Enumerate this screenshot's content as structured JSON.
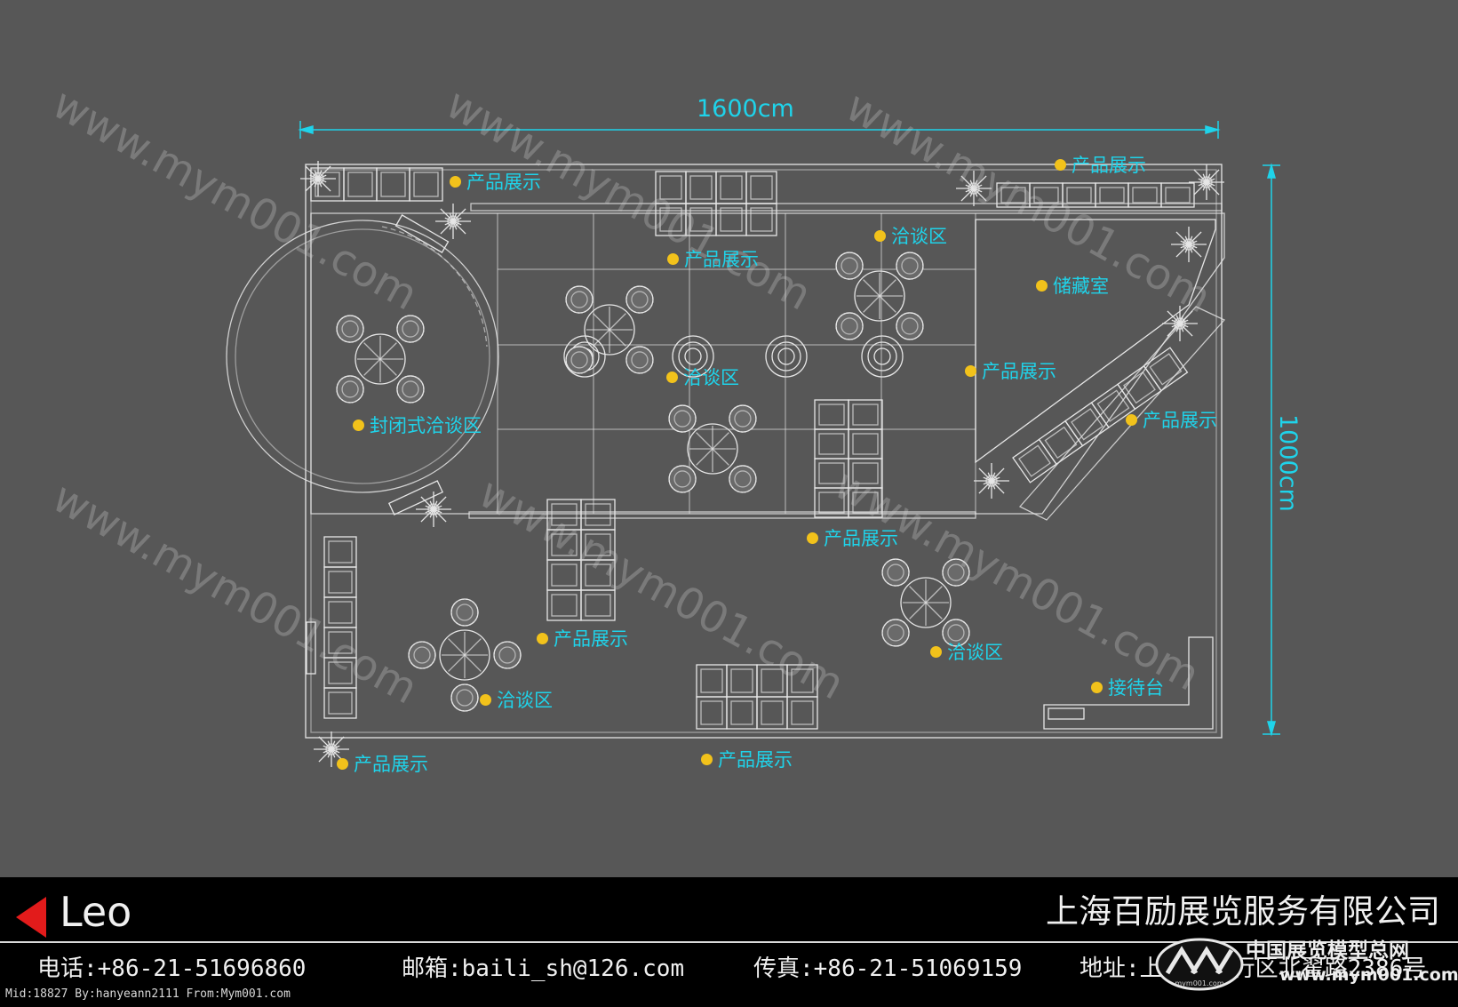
{
  "colors": {
    "background": "#575757",
    "line": "#e6e6e6",
    "dimension": "#1fd3ea",
    "label_text": "#1fd3ea",
    "label_dot": "#f2c21b",
    "footer_bg": "#000000",
    "footer_text": "#f0f0f0",
    "footer_arrow": "#e21b1b"
  },
  "dimensions": {
    "width": "1600cm",
    "height": "1000cm"
  },
  "labels": [
    {
      "id": "display-top-left",
      "text": "产品展示"
    },
    {
      "id": "display-top-center",
      "text": "产品展示"
    },
    {
      "id": "display-top-right",
      "text": "产品展示"
    },
    {
      "id": "negotiation-top-right",
      "text": "洽谈区"
    },
    {
      "id": "storage",
      "text": "储藏室"
    },
    {
      "id": "negotiation-center",
      "text": "洽谈区"
    },
    {
      "id": "display-center-right",
      "text": "产品展示"
    },
    {
      "id": "display-right",
      "text": "产品展示"
    },
    {
      "id": "enclosed-negotiation",
      "text": "封闭式洽谈区"
    },
    {
      "id": "display-middle",
      "text": "产品展示"
    },
    {
      "id": "display-lower-left",
      "text": "产品展示"
    },
    {
      "id": "negotiation-lower-right",
      "text": "洽谈区"
    },
    {
      "id": "reception",
      "text": "接待台"
    },
    {
      "id": "negotiation-lower-left",
      "text": "洽谈区"
    },
    {
      "id": "display-bottom-left",
      "text": "产品展示"
    },
    {
      "id": "display-bottom-center",
      "text": "产品展示"
    }
  ],
  "watermark": "www.mym001.com",
  "footer": {
    "author": "Leo",
    "company": "上海百励展览服务有限公司",
    "phone": "电话:+86-21-51696860",
    "email": "邮箱:baili_sh@126.com",
    "fax": "传真:+86-21-51069159",
    "address": "地址:上海市闵行区北翟路2386号",
    "meta": "Mid:18827 By:hanyeann2111 From:Mym001.com",
    "brand_name": "中国展览模型总网",
    "brand_url": "www.mym001.com",
    "logo_text": "mym001.com"
  }
}
